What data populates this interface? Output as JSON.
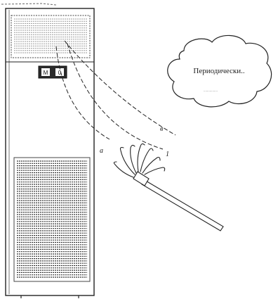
{
  "speech_bubble": {
    "text": "Периодически..",
    "subtext": "................"
  },
  "arc_labels": {
    "upper": "в",
    "lower": "а",
    "mid": "1"
  },
  "unit_display": {
    "left_glyph": "M",
    "right_glyph": "0"
  },
  "colors": {
    "line": "#222222",
    "grille_light": "#9a9a9a",
    "grille_dark": "#333333",
    "panel": "#2a2a2a",
    "background": "#ffffff"
  }
}
